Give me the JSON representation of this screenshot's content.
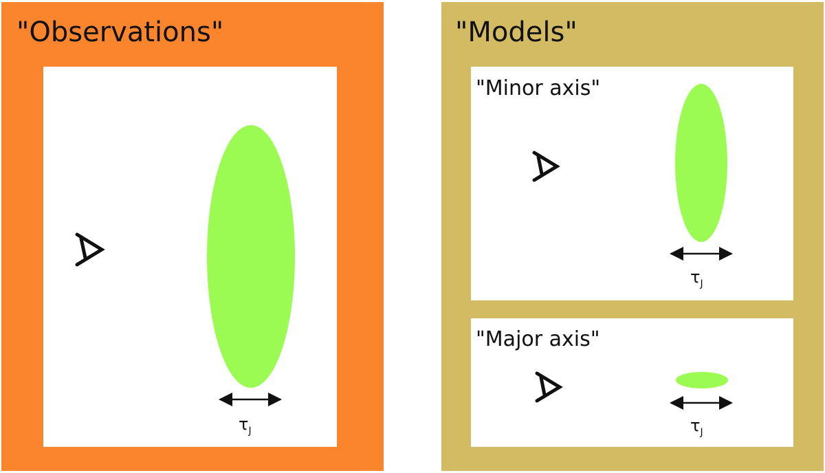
{
  "colors": {
    "observations_border": "#fb852d",
    "models_border": "#d2bb63",
    "interior": "#ffffff",
    "blob": "#9cfb52",
    "ink": "#111111"
  },
  "observations": {
    "title": "\"Observations\"",
    "tau_symbol": "τ",
    "tau_subscript": "J"
  },
  "models": {
    "title": "\"Models\"",
    "minor": {
      "title": "\"Minor axis\"",
      "tau_symbol": "τ",
      "tau_subscript": "J"
    },
    "major": {
      "title": "\"Major axis\"",
      "tau_symbol": "τ",
      "tau_subscript": "J"
    }
  },
  "icons": {
    "eye": "eye-icon",
    "arrow": "double-arrow-icon"
  }
}
